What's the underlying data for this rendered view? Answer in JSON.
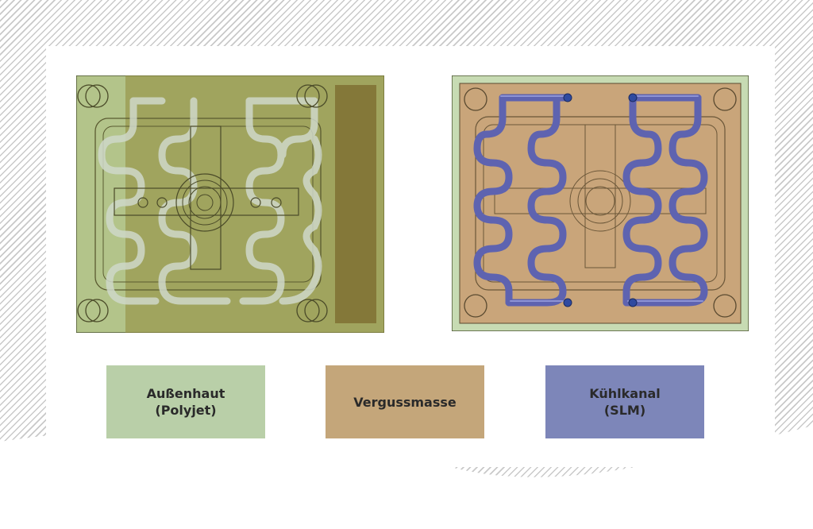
{
  "legend": [
    {
      "label": "Außenhaut\n(Polyjet)",
      "color": "#b9cfa8"
    },
    {
      "label": "Vergussmasse",
      "color": "#c4a67a"
    },
    {
      "label": "Kühlkanal\n(SLM)",
      "color": "#7d86b9"
    }
  ],
  "colors": {
    "skin": "#b9cfa8",
    "casting": "#c4a67a",
    "channel": "#6b6fb5",
    "overlay": "#7d8a3a",
    "outline": "#5a5a3a"
  }
}
